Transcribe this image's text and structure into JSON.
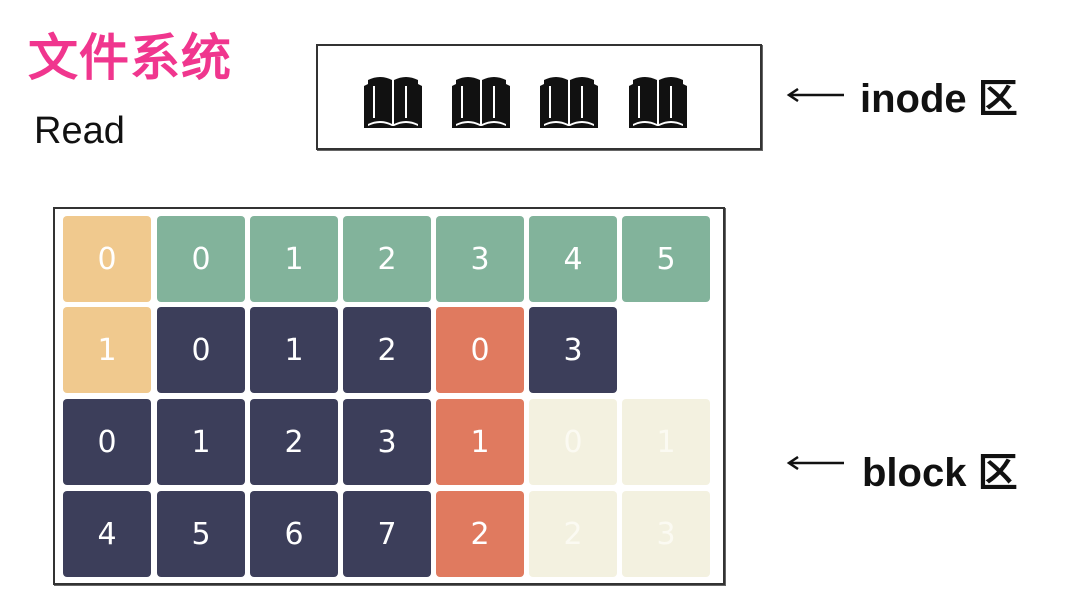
{
  "title": "文件系统",
  "subtitle": "Read",
  "inode": {
    "label": "inode 区",
    "book_count": 4
  },
  "block": {
    "label": "block 区",
    "rows": [
      [
        {
          "v": "0",
          "c": "tan"
        },
        {
          "v": "0",
          "c": "green"
        },
        {
          "v": "1",
          "c": "green"
        },
        {
          "v": "2",
          "c": "green"
        },
        {
          "v": "3",
          "c": "green"
        },
        {
          "v": "4",
          "c": "green"
        },
        {
          "v": "5",
          "c": "green"
        }
      ],
      [
        {
          "v": "1",
          "c": "tan"
        },
        {
          "v": "0",
          "c": "navy"
        },
        {
          "v": "1",
          "c": "navy"
        },
        {
          "v": "2",
          "c": "navy"
        },
        {
          "v": "0",
          "c": "orange"
        },
        {
          "v": "3",
          "c": "navy"
        },
        {
          "v": "",
          "c": "empty"
        }
      ],
      [
        {
          "v": "0",
          "c": "navy"
        },
        {
          "v": "1",
          "c": "navy"
        },
        {
          "v": "2",
          "c": "navy"
        },
        {
          "v": "3",
          "c": "navy"
        },
        {
          "v": "1",
          "c": "orange"
        },
        {
          "v": "0",
          "c": "cream"
        },
        {
          "v": "1",
          "c": "cream"
        }
      ],
      [
        {
          "v": "4",
          "c": "navy"
        },
        {
          "v": "5",
          "c": "navy"
        },
        {
          "v": "6",
          "c": "navy"
        },
        {
          "v": "7",
          "c": "navy"
        },
        {
          "v": "2",
          "c": "orange"
        },
        {
          "v": "2",
          "c": "cream"
        },
        {
          "v": "3",
          "c": "cream"
        }
      ]
    ]
  },
  "colors": {
    "title": "#f0368e",
    "tan": "#f0c98e",
    "green": "#82b39b",
    "navy": "#3c3e5a",
    "orange": "#e07a5f",
    "cream": "#f3f1e0",
    "empty": "#ffffff"
  }
}
